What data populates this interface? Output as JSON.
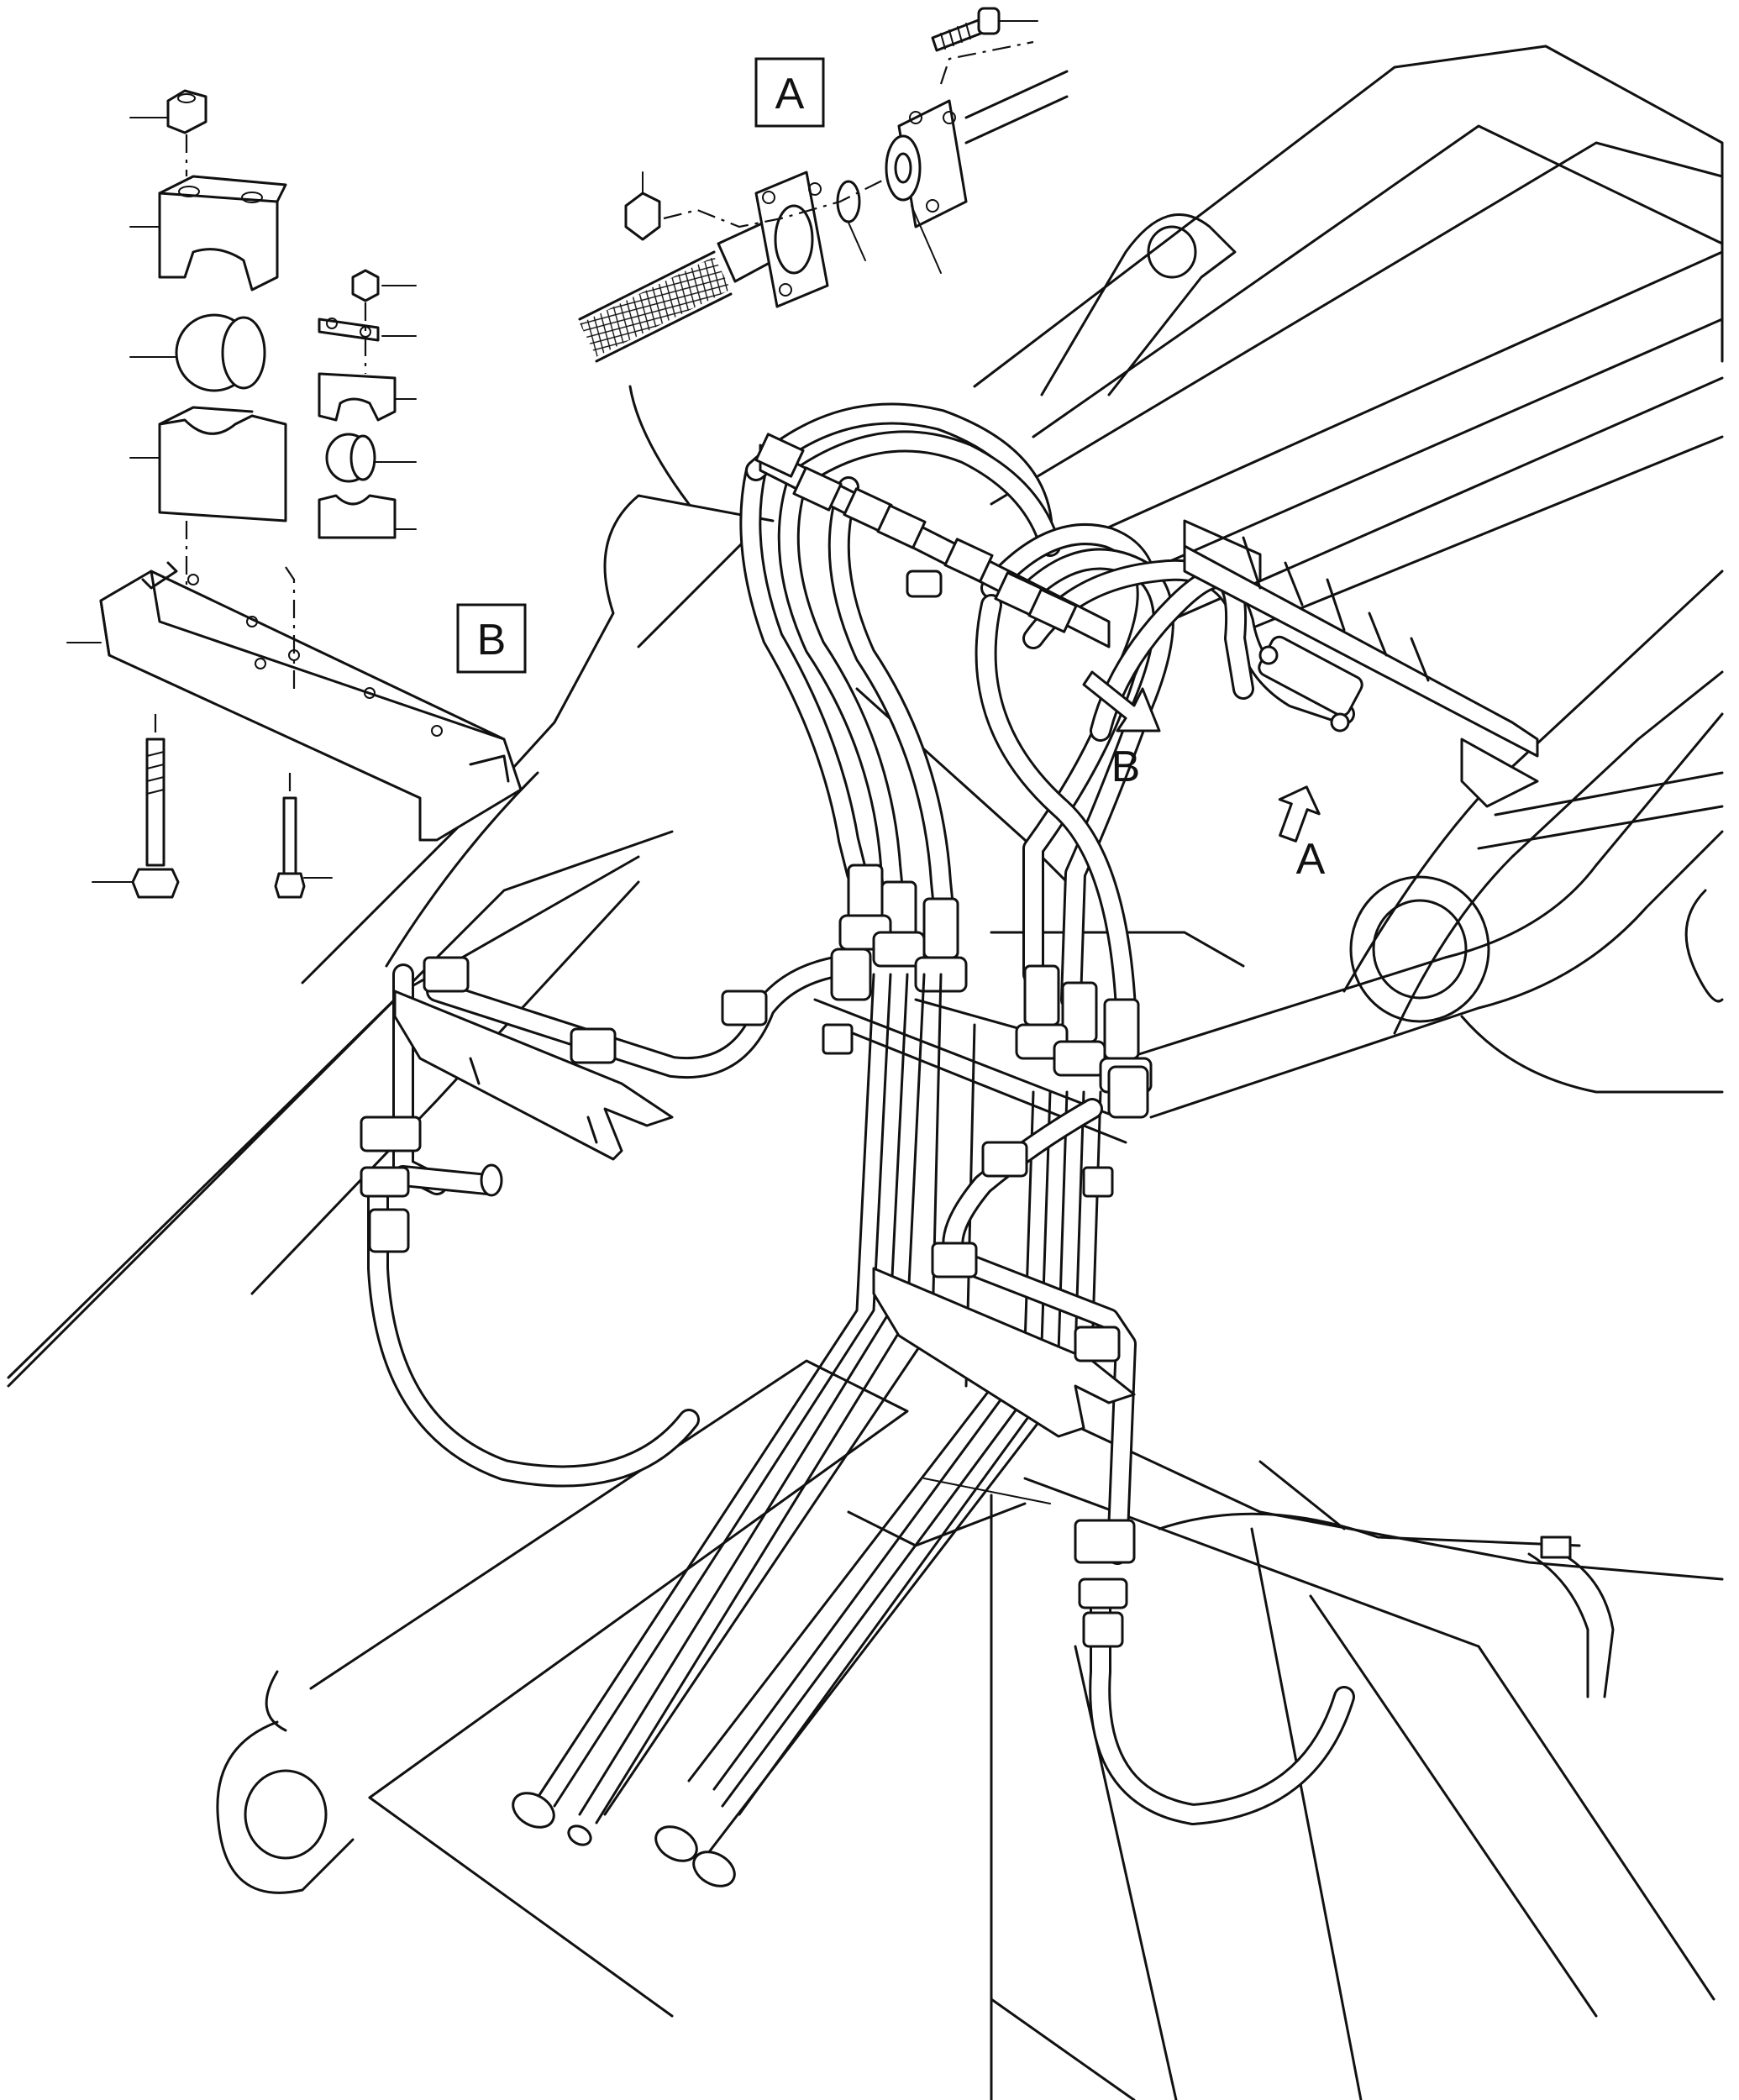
{
  "labels": {
    "detail_a": "A",
    "detail_b": "B",
    "arrow_a": "A",
    "arrow_b": "B"
  },
  "icons": [
    "arrow-a-icon",
    "arrow-b-icon"
  ]
}
